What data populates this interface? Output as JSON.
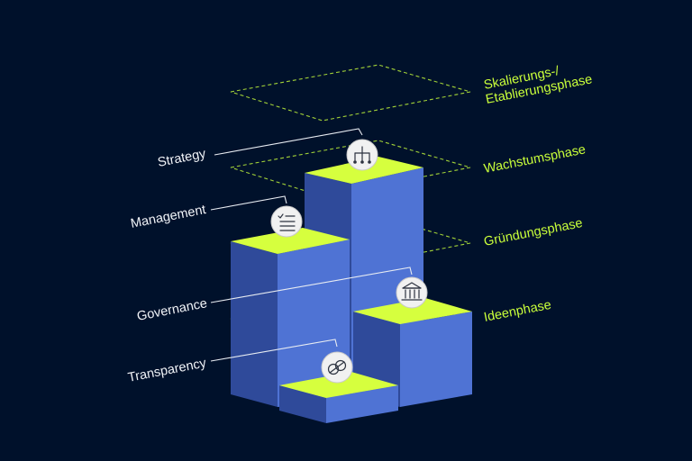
{
  "pillars": [
    {
      "label": "Strategy",
      "icon": "org-chart-icon"
    },
    {
      "label": "Management",
      "icon": "checklist-icon"
    },
    {
      "label": "Governance",
      "icon": "institution-icon"
    },
    {
      "label": "Transparency",
      "icon": "link-icon"
    }
  ],
  "phases": [
    {
      "lines": [
        "Skalierungs-/",
        "Etablierungsphase"
      ]
    },
    {
      "lines": [
        "Wachstumsphase"
      ]
    },
    {
      "lines": [
        "Gründungsphase"
      ]
    },
    {
      "lines": [
        "Ideenphase"
      ]
    }
  ],
  "colors": {
    "background": "#00112b",
    "block_front": "#2f4a9a",
    "block_side": "#4f73d4",
    "block_top": "#d6ff3e",
    "plane_stroke": "#b4e83a",
    "phase_text": "#c9ff3a",
    "pillar_text": "#f2f4f8"
  }
}
